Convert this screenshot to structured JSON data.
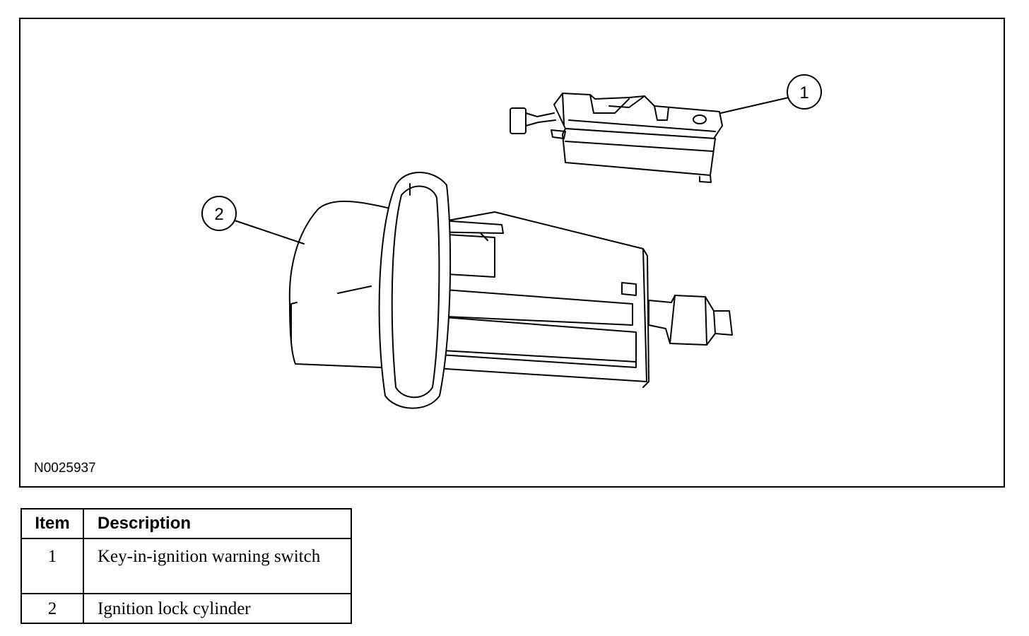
{
  "figure": {
    "id": "N0025937",
    "callouts": [
      {
        "number": "1",
        "part": "Key-in-ignition warning switch"
      },
      {
        "number": "2",
        "part": "Ignition lock cylinder"
      }
    ]
  },
  "legend": {
    "headers": {
      "item": "Item",
      "description": "Description"
    },
    "rows": [
      {
        "item": "1",
        "description": "Key-in-ignition warning switch"
      },
      {
        "item": "2",
        "description": "Ignition lock cylinder"
      }
    ]
  }
}
